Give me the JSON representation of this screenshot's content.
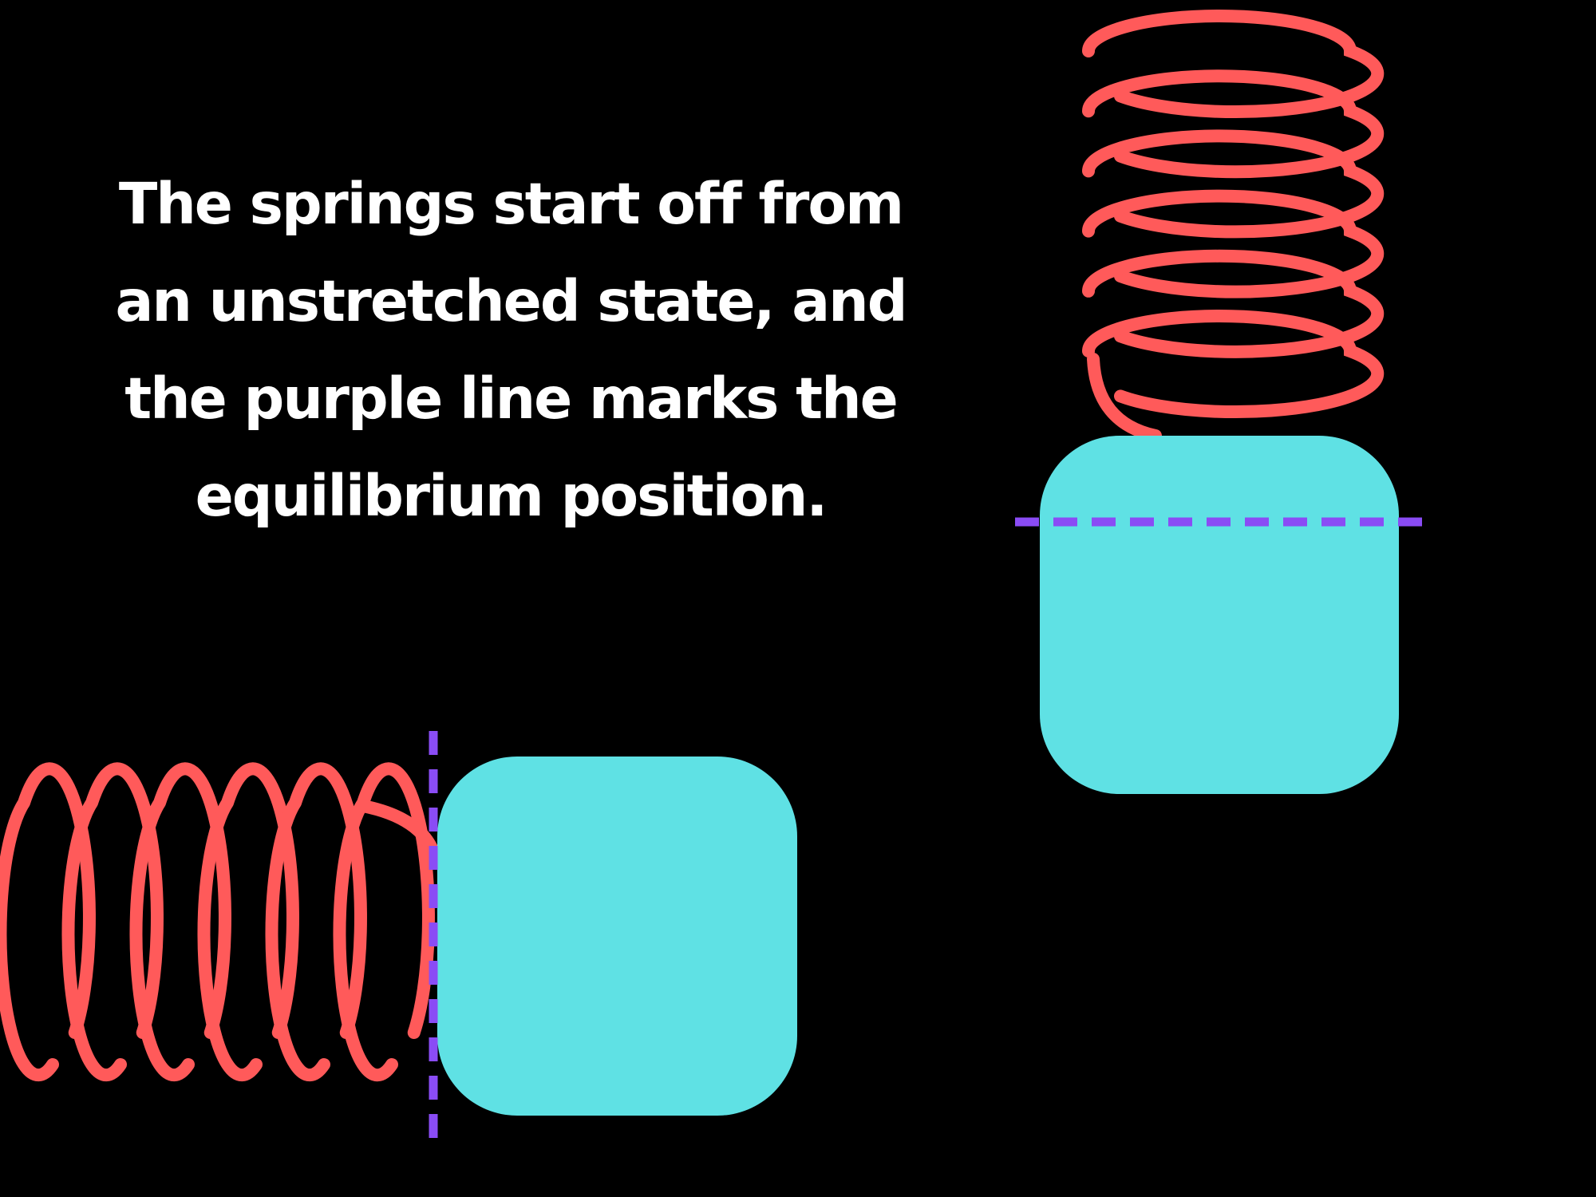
{
  "caption": {
    "lines": [
      "The springs start off from",
      "an unstretched state, and",
      "the purple line marks the",
      "equilibrium position."
    ]
  },
  "colors": {
    "background": "#000000",
    "spring": "#ff5a5a",
    "block": "#5fe1e4",
    "equilibrium_line": "#8a4cf5",
    "text": "#ffffff"
  },
  "springs": {
    "horizontal_coil_count": 6,
    "vertical_coil_count": 6
  }
}
